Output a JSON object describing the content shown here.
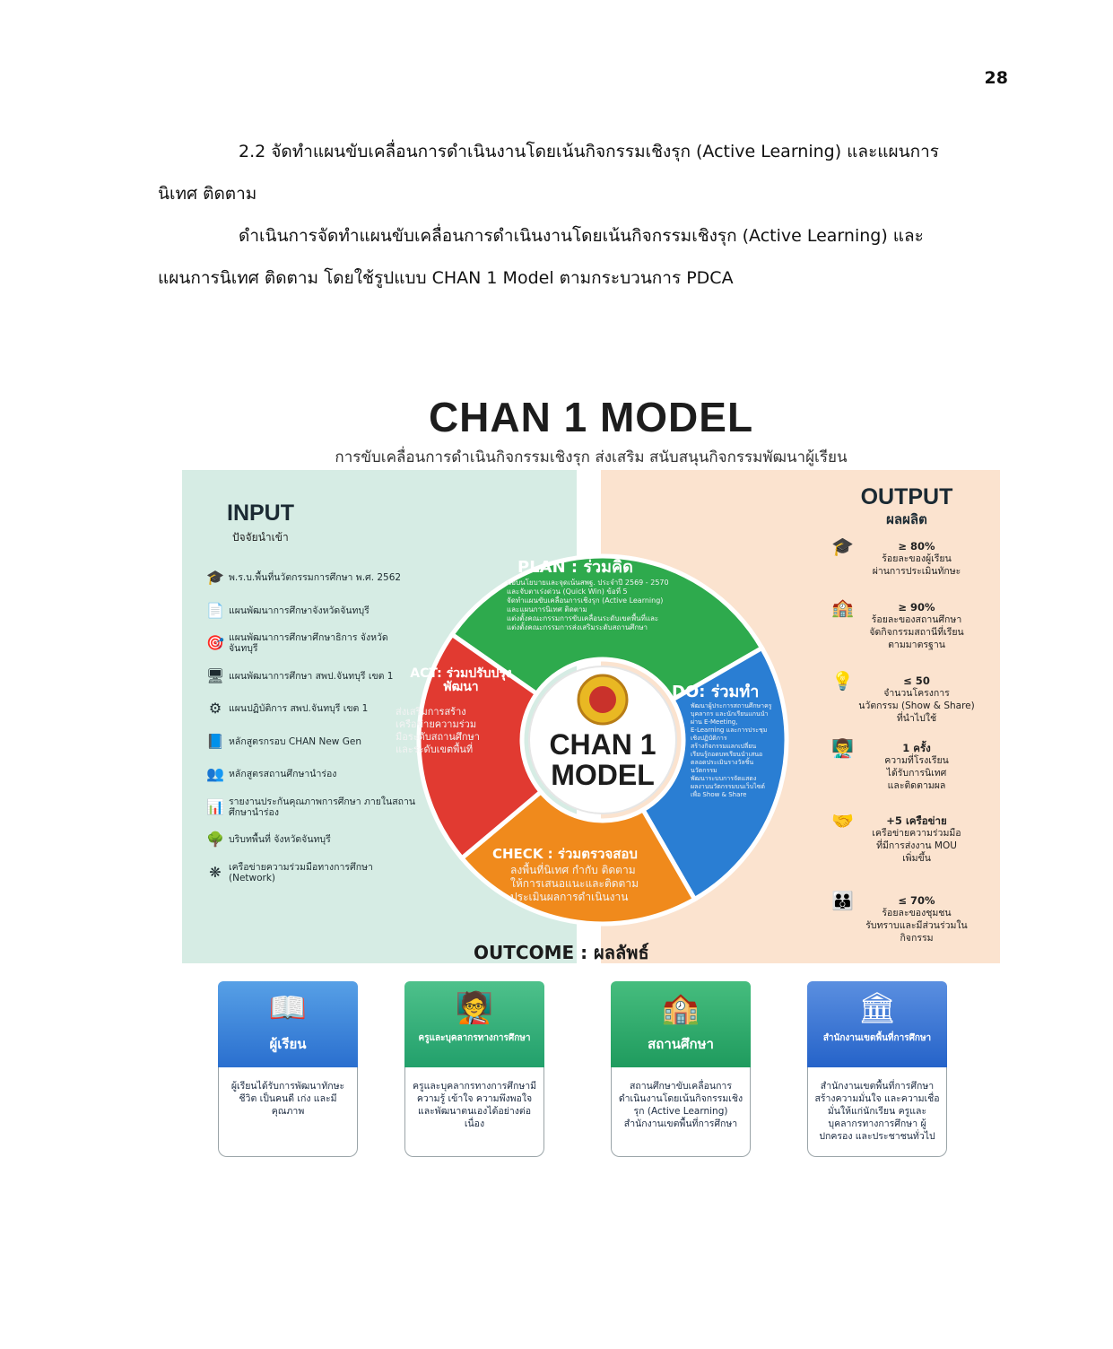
{
  "page": {
    "number": "28"
  },
  "text": {
    "para1_line1": "2.2 จัดทำแผนขับเคลื่อนการดำเนินงานโดยเน้นกิจกรรมเชิงรุก (Active Learning) และแผนการ",
    "para1_line2": "นิเทศ ติดตาม",
    "para2_line1": "ดำเนินการจัดทำแผนขับเคลื่อนการดำเนินงานโดยเน้นกิจกรรมเชิงรุก (Active Learning) และ",
    "para2_line2": "แผนการนิเทศ ติดตาม โดยใช้รูปแบบ CHAN 1 Model ตามกระบวนการ PDCA"
  },
  "figure": {
    "title": "CHAN 1 MODEL",
    "subtitle": "การขับเคลื่อนการดำเนินกิจกรรมเชิงรุก ส่งเสริม สนับสนุนกิจกรรมพัฒนาผู้เรียน",
    "center_line1": "CHAN 1",
    "center_line2": "MODEL",
    "input": {
      "title": "INPUT",
      "subtitle": "ปัจจัยนำเข้า",
      "items": [
        {
          "icon": "graduation-cap-icon",
          "glyph": "🎓",
          "text": "พ.ร.บ.พื้นที่นวัตกรรมการศึกษา พ.ศ. 2562"
        },
        {
          "icon": "document-icon",
          "glyph": "📄",
          "text": "แผนพัฒนาการศึกษาจังหวัดจันทบุรี"
        },
        {
          "icon": "target-icon",
          "glyph": "🎯",
          "text": "แผนพัฒนาการศึกษาศึกษาธิการ จังหวัดจันทบุรี"
        },
        {
          "icon": "monitor-icon",
          "glyph": "🖥",
          "text": "แผนพัฒนาการศึกษา สพป.จันทบุรี เขต 1"
        },
        {
          "icon": "gear-icon",
          "glyph": "⚙",
          "text": "แผนปฏิบัติการ สพป.จันทบุรี เขต 1"
        },
        {
          "icon": "book-icon",
          "glyph": "📘",
          "text": "หลักสูตรกรอบ CHAN New Gen"
        },
        {
          "icon": "people-icon",
          "glyph": "👥",
          "text": "หลักสูตรสถานศึกษานำร่อง"
        },
        {
          "icon": "report-icon",
          "glyph": "📊",
          "text": "รายงานประกันคุณภาพการศึกษา ภายในสถานศึกษานำร่อง"
        },
        {
          "icon": "area-icon",
          "glyph": "🌳",
          "text": "บริบทพื้นที่ จังหวัดจันทบุรี"
        },
        {
          "icon": "network-icon",
          "glyph": "❋",
          "text": "เครือข่ายความร่วมมือทางการศึกษา (Network)"
        }
      ]
    },
    "output": {
      "title": "OUTPUT",
      "subtitle": "ผลผลิต",
      "items": [
        {
          "icon": "graduation-cap-icon",
          "glyph": "🎓",
          "lines": [
            "≥ 80%",
            "ร้อยละของผู้เรียน",
            "ผ่านการประเมินทักษะ"
          ]
        },
        {
          "icon": "school-icon",
          "glyph": "🏫",
          "lines": [
            "≥ 90%",
            "ร้อยละของสถานศึกษา",
            "จัดกิจกรรมสถานีที่เรียน",
            "ตามมาตรฐาน"
          ]
        },
        {
          "icon": "idea-icon",
          "glyph": "💡",
          "lines": [
            "≤ 50",
            "จำนวนโครงการ",
            "นวัตกรรม (Show & Share)",
            "ที่นำไปใช้"
          ]
        },
        {
          "icon": "supervision-icon",
          "glyph": "👨‍🏫",
          "lines": [
            "1 ครั้ง",
            "ความที่โรงเรียน",
            "ได้รับการนิเทศ",
            "และติดตามผล"
          ]
        },
        {
          "icon": "network-icon",
          "glyph": "🤝",
          "lines": [
            "+5 เครือข่าย",
            "เครือข่ายความร่วมมือ",
            "ที่มีการส่งงาน MOU",
            "เพิ่มขึ้น"
          ]
        },
        {
          "icon": "community-icon",
          "glyph": "👪",
          "lines": [
            "≤ 70%",
            "ร้อยละของชุมชน",
            "รับทราบและมีส่วนร่วมใน",
            "กิจกรรม"
          ]
        }
      ]
    },
    "cycle": {
      "plan": {
        "title": "PLAN : ร่วมคิด",
        "lines": [
          "มอบนโยบายและจุดเน้นสพฐ. ประจำปี 2569 - 2570",
          "และจับตาเร่งด่วน (Quick Win) ข้อที่ 5",
          "จัดทำแผนขับเคลื่อนการเชิงรุก (Active Learning)",
          "และแผนการนิเทศ ติดตาม",
          "แต่งตั้งคณะกรรมการขับเคลื่อนระดับเขตพื้นที่และ",
          "แต่งตั้งคณะกรรมการส่งเสริมระดับสถานศึกษา"
        ]
      },
      "do": {
        "title": "DO: ร่วมทำ",
        "lines": [
          "พัฒนาผู้ประการสถานศึกษาครู",
          "บุคลากร และนักเรียนแกนนำ",
          "ผ่าน E-Meeting,",
          "E-Learning และการประชุม",
          "เชิงปฏิบัติการ",
          "สร้างกิจกรรมแลกเปลี่ยน",
          "เรียนรู้ถอดบทเรียนนำเสนอ",
          "ตลอดประเมินรางวัลชิ้น",
          "นวัตกรรม",
          "พัฒนาระบบการจัดแสดง",
          "ผลงานนวัตกรรมบนเว็บไซต์",
          "เพื่อ Show & Share"
        ]
      },
      "check": {
        "title": "CHECK : ร่วมตรวจสอบ",
        "lines": [
          "ลงพื้นที่นิเทศ กำกับ ติดตาม",
          "ให้การเสนอแนะและติดตาม",
          "ประเมินผลการดำเนินงาน"
        ]
      },
      "act": {
        "title": "ACT: ร่วมปรับปรุง พัฒนา",
        "lines": [
          "ส่งเสริมการสร้าง",
          "เครือข่ายความร่วม",
          "มือระดับสถานศึกษา",
          "และระดับเขตพื้นที่"
        ]
      }
    },
    "outcome": {
      "title": "OUTCOME : ผลลัพธ์",
      "cards": [
        {
          "label": "ผู้เรียน",
          "color": "#2a6fcf",
          "color2": "#57a0e6",
          "glyph": "📖",
          "text": "ผู้เรียนได้รับการพัฒนาทักษะชีวิต เป็นคนดี เก่ง และมีคุณภาพ"
        },
        {
          "label": "ครูและบุคลากรทางการศึกษา",
          "color": "#22a06b",
          "color2": "#4ec18b",
          "glyph": "🧑‍🏫",
          "text": "ครูและบุคลากรทางการศึกษามีความรู้ เข้าใจ ความพึงพอใจ และพัฒนาตนเองได้อย่างต่อเนื่อง"
        },
        {
          "label": "สถานศึกษา",
          "color": "#1f9b5e",
          "color2": "#46bd7e",
          "glyph": "🏫",
          "text": "สถานศึกษาขับเคลื่อนการดำเนินงานโดยเน้นกิจกรรมเชิงรุก (Active Learning) สำนักงานเขตพื้นที่การศึกษา"
        },
        {
          "label": "สำนักงานเขตพื้นที่การศึกษา",
          "color": "#2563c9",
          "color2": "#5b8fe0",
          "glyph": "🏛",
          "text": "สำนักงานเขตพื้นที่การศึกษาสร้างความมั่นใจ และความเชื่อมั่นให้แก่นักเรียน ครูและบุคลากรทางการศึกษา ผู้ปกครอง และประชาชนทั่วไป"
        }
      ]
    },
    "colors": {
      "plan": "#2eaa4d",
      "do": "#2a7ed3",
      "check": "#f08a1c",
      "act": "#e13a31",
      "input_bg": "#d6ece4",
      "output_bg": "#fbe3cf"
    }
  }
}
